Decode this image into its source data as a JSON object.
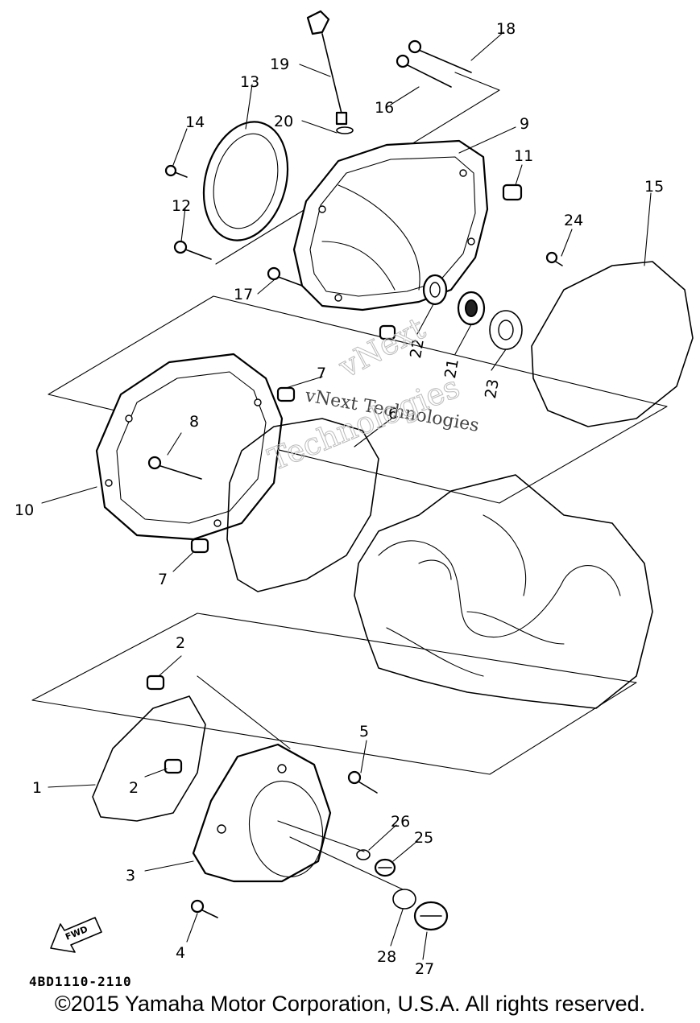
{
  "diagram_code": "4BD1110-2110",
  "copyright": "©2015 Yamaha Motor Corporation, U.S.A. All rights reserved.",
  "watermark": {
    "line1": "vNext Technologies",
    "arc1": "vNext",
    "arc2": "Technologies"
  },
  "fwd_label": "FWD",
  "callouts": {
    "c1": "1",
    "c2a": "2",
    "c2b": "2",
    "c3": "3",
    "c4": "4",
    "c5": "5",
    "c6": "6",
    "c7a": "7",
    "c7b": "7",
    "c8": "8",
    "c9": "9",
    "c10": "10",
    "c11": "11",
    "c12": "12",
    "c13": "13",
    "c14": "14",
    "c15": "15",
    "c16": "16",
    "c17": "17",
    "c18": "18",
    "c19": "19",
    "c20": "20",
    "c21": "21",
    "c22": "22",
    "c23": "23",
    "c24": "24",
    "c25": "25",
    "c26": "26",
    "c27": "27",
    "c28": "28"
  }
}
